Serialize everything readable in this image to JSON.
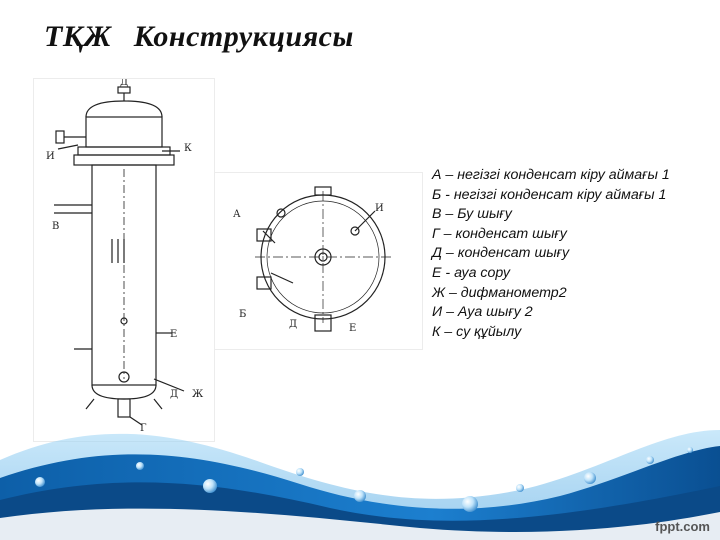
{
  "slide": {
    "title_part1": "ТҚЖ",
    "title_part2": "Конструкциясы",
    "watermark": "fppt.com"
  },
  "vertical_drawing_labels": {
    "top": "Д",
    "left_upper": "И",
    "right_upper": "К",
    "left_middle": "В",
    "right_lower": "Е",
    "bottom_right": "Ж",
    "bottom_middle": "Д",
    "bottom": "Г"
  },
  "section_drawing_labels": {
    "upper_left": "А",
    "upper_right": "И",
    "lower_left": "Б",
    "lower_middle": "Д",
    "lower_right": "Е"
  },
  "legend": [
    "А – негізгі конденсат кіру аймағы 1",
    "Б - негізгі конденсат кіру аймағы 1",
    "В – Бу шығу",
    "Г – конденсат шығу",
    "Д – конденсат шығу",
    "Е  - ауа сору",
    "Ж – дифманометр2",
    "И – Ауа шығу 2",
    "К – су құйылу"
  ],
  "colors": {
    "wave_dark": "#0d5fa8",
    "wave_light": "#7cc3ef",
    "drawing_line": "#222222"
  }
}
